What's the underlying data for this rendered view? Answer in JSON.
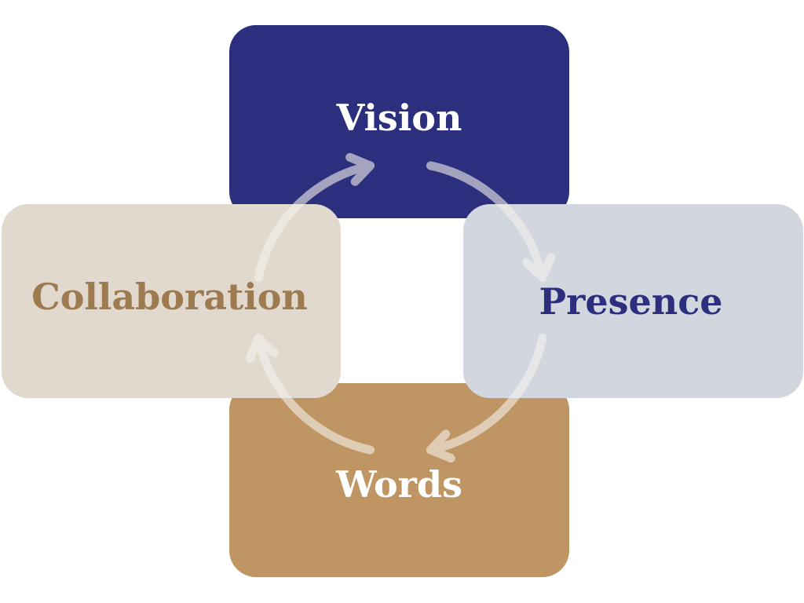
{
  "diagram": {
    "type": "cycle",
    "boxes": [
      {
        "id": "vision",
        "label": "Vision",
        "color": "#2c2f7e",
        "text_color": "#ffffff"
      },
      {
        "id": "presence",
        "label": "Presence",
        "color": "#d1d6df",
        "text_color": "#2c2f7e"
      },
      {
        "id": "words",
        "label": "Words",
        "color": "#bf9563",
        "text_color": "#ffffff"
      },
      {
        "id": "collaboration",
        "label": "Collaboration",
        "color": "#e2d9ce",
        "text_color": "#9d7a4f"
      }
    ],
    "flow": [
      "Vision",
      "Presence",
      "Words",
      "Collaboration",
      "Vision"
    ],
    "direction": "clockwise",
    "arrow_color": "#f4f1ec"
  }
}
